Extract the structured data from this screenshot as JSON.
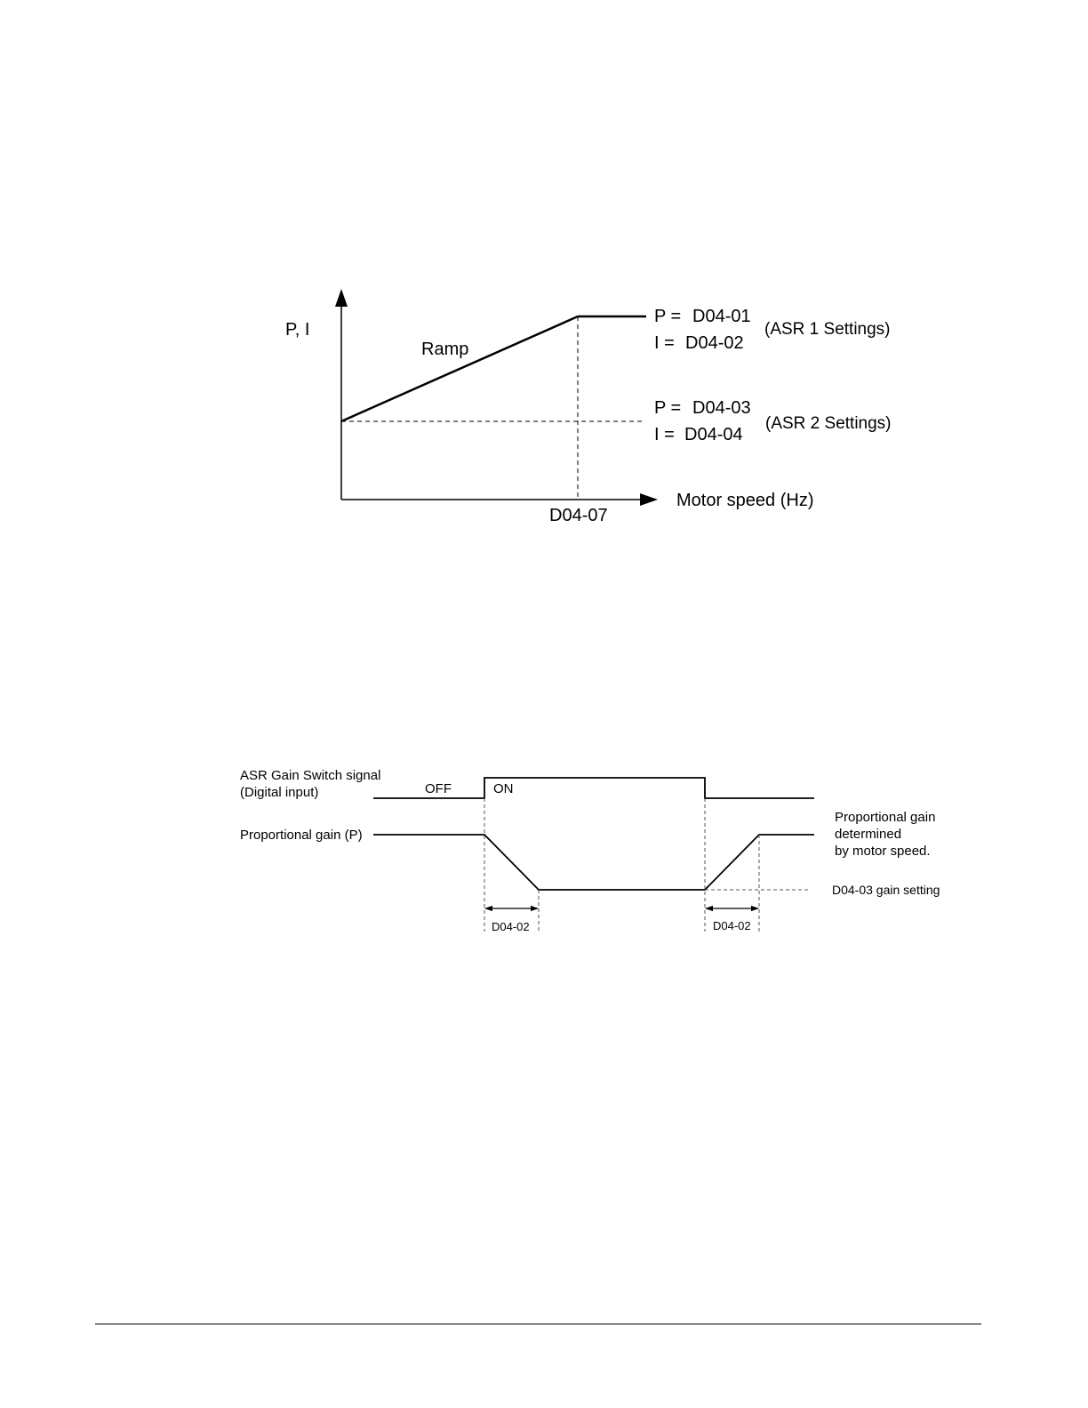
{
  "diagram1": {
    "y_axis_label": "P, I",
    "x_axis_label": "Motor speed (Hz)",
    "ramp_label": "Ramp",
    "x_marker_label": "D04-07",
    "asr1": {
      "p_prefix": "P =",
      "p_value": "D04-01",
      "i_prefix": "I =",
      "i_value": "D04-02",
      "group_label": "(ASR 1 Settings)"
    },
    "asr2": {
      "p_prefix": "P =",
      "p_value": "D04-03",
      "i_prefix": "I =",
      "i_value": "D04-04",
      "group_label": "(ASR 2 Settings)"
    }
  },
  "diagram2": {
    "signal_label_line1": "ASR Gain Switch signal",
    "signal_label_line2": "(Digital input)",
    "off_label": "OFF",
    "on_label": "ON",
    "gain_label": "Proportional gain (P)",
    "note_line1": "Proportional gain",
    "note_line2": "determined",
    "note_line3": "by motor speed.",
    "setting_label": "D04-03 gain setting",
    "interval_left_label": "D04-02",
    "interval_right_label": "D04-02"
  }
}
